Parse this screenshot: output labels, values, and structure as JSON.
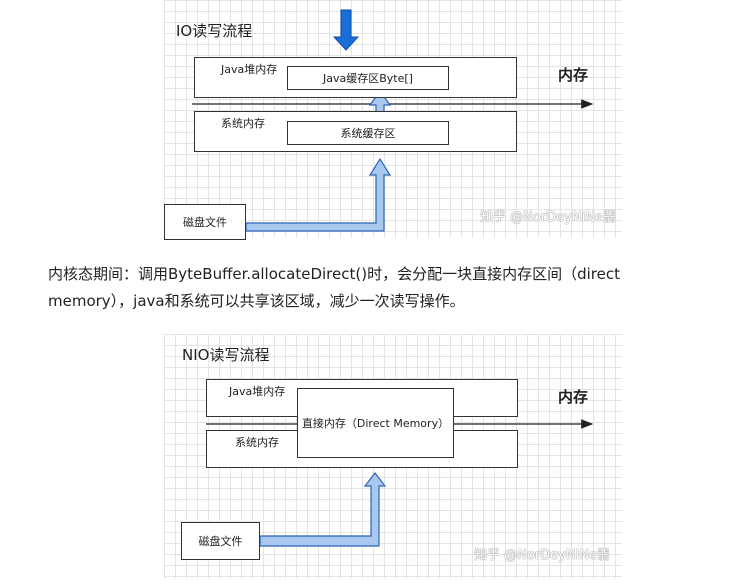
{
  "io": {
    "title": "IO读写流程",
    "java_heap": "Java堆内存",
    "java_buffer": "Java缓存区Byte[]",
    "system_memory": "系统内存",
    "system_buffer": "系统缓存区",
    "disk_file": "磁盘文件",
    "memory_label": "内存",
    "watermark": "知乎 @NorDeyNiNe翡"
  },
  "description": "内核态期间：调用ByteBuffer.allocateDirect()时，会分配一块直接内存区间（direct memory），java和系统可以共享该区域，减少一次读写操作。",
  "nio": {
    "title": "NIO读写流程",
    "java_heap": "Java堆内存",
    "direct_memory": "直接内存（Direct Memory）",
    "system_memory": "系统内存",
    "disk_file": "磁盘文件",
    "memory_label": "内存",
    "watermark": "知乎 @NorDeyNiNe翡"
  },
  "colors": {
    "arrow_fill": "#a8c8f0",
    "arrow_stroke": "#2a63b8",
    "down_arrow": "#1a6fd6"
  }
}
